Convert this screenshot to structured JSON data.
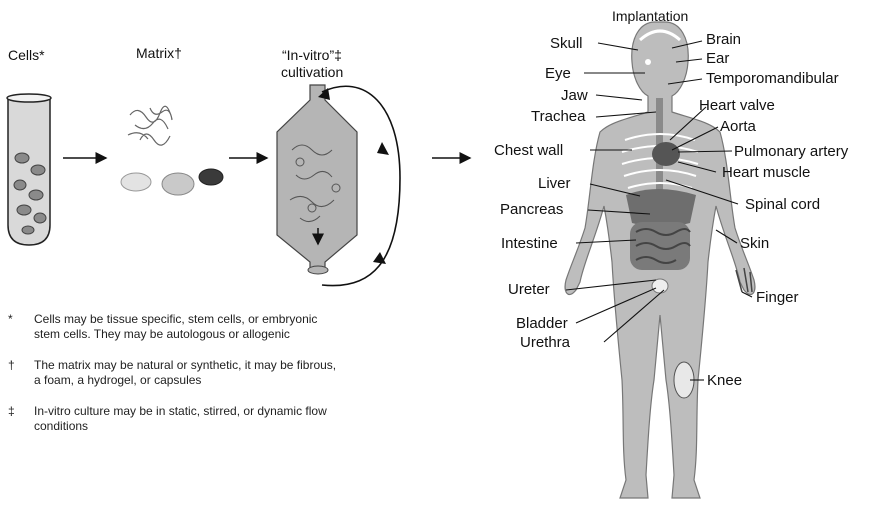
{
  "stages": {
    "cells": "Cells*",
    "matrix": "Matrix†",
    "cultivation_line1": "“In-vitro”‡",
    "cultivation_line2": "cultivation",
    "implantation": "Implantation"
  },
  "footnotes": [
    {
      "symbol": "*",
      "text": "Cells may be tissue specific, stem cells, or embryonic stem cells. They may be autologous or allogenic"
    },
    {
      "symbol": "†",
      "text": "The matrix may be natural or synthetic, it may be fibrous, a foam, a hydrogel, or capsules"
    },
    {
      "symbol": "‡",
      "text": "In-vitro culture may be in static, stirred, or dynamic flow conditions"
    }
  ],
  "organs": {
    "skull": "Skull",
    "brain": "Brain",
    "ear": "Ear",
    "eye": "Eye",
    "temporomandibular": "Temporomandibular",
    "jaw": "Jaw",
    "trachea": "Trachea",
    "heart_valve": "Heart valve",
    "aorta": "Aorta",
    "chest_wall": "Chest wall",
    "pulmonary_artery": "Pulmonary artery",
    "heart_muscle": "Heart muscle",
    "liver": "Liver",
    "spinal_cord": "Spinal cord",
    "pancreas": "Pancreas",
    "intestine": "Intestine",
    "skin": "Skin",
    "ureter": "Ureter",
    "finger": "Finger",
    "bladder": "Bladder",
    "urethra": "Urethra",
    "knee": "Knee"
  },
  "colors": {
    "tube_fill": "#d9d9d9",
    "cell_fill": "#8a8a8a",
    "reactor_fill": "#b5b5b5",
    "body_fill": "#bdbdbd",
    "organ_fill": "#6e6e6e",
    "line": "#111111"
  }
}
